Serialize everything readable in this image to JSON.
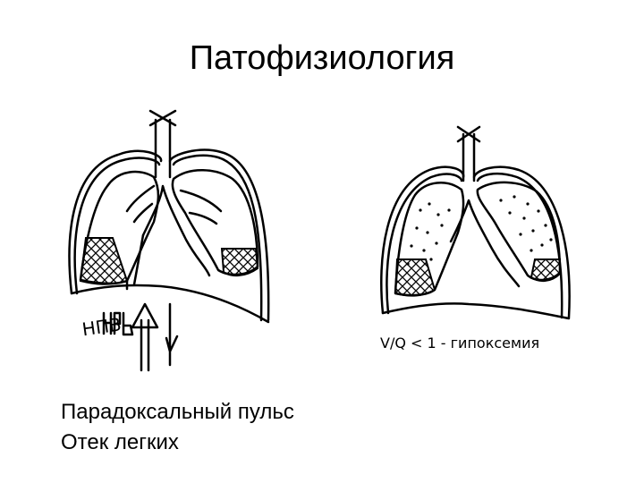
{
  "slide": {
    "title": "Патофизиология",
    "left_diagram": {
      "handwritten_label": "НПВ"
    },
    "right_diagram": {
      "caption": "V/Q < 1 - гипоксемия"
    },
    "body_lines": [
      "Парадоксальный пульс",
      "Отек легких"
    ]
  }
}
